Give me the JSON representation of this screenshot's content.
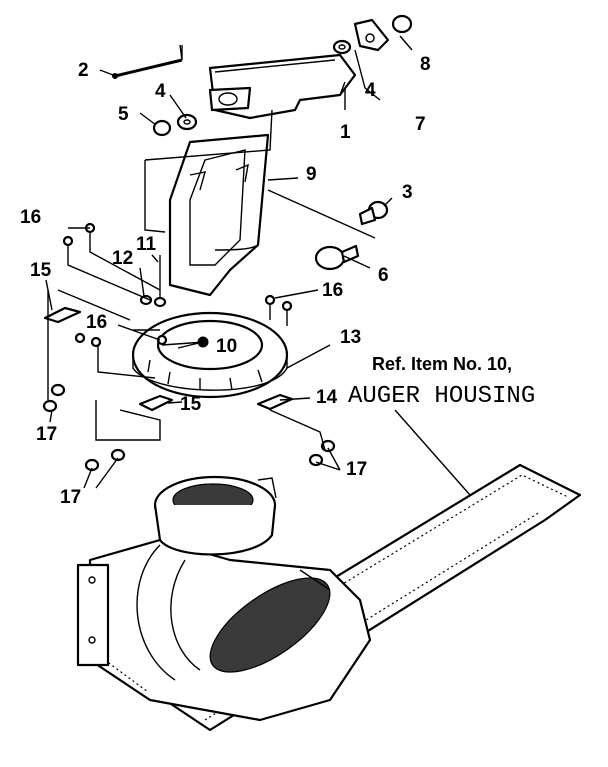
{
  "callouts": [
    {
      "id": "c1",
      "text": "1"
    },
    {
      "id": "c2",
      "text": "2"
    },
    {
      "id": "c3",
      "text": "3"
    },
    {
      "id": "c4a",
      "text": "4"
    },
    {
      "id": "c4b",
      "text": "4"
    },
    {
      "id": "c5",
      "text": "5"
    },
    {
      "id": "c6",
      "text": "6"
    },
    {
      "id": "c7",
      "text": "7"
    },
    {
      "id": "c8",
      "text": "8"
    },
    {
      "id": "c9",
      "text": "9"
    },
    {
      "id": "c10",
      "text": "10"
    },
    {
      "id": "c11",
      "text": "11"
    },
    {
      "id": "c12",
      "text": "12"
    },
    {
      "id": "c13",
      "text": "13"
    },
    {
      "id": "c14",
      "text": "14"
    },
    {
      "id": "c15a",
      "text": "15"
    },
    {
      "id": "c15b",
      "text": "15"
    },
    {
      "id": "c16a",
      "text": "16"
    },
    {
      "id": "c16b",
      "text": "16"
    },
    {
      "id": "c16c",
      "text": "16"
    },
    {
      "id": "c17a",
      "text": "17"
    },
    {
      "id": "c17b",
      "text": "17"
    },
    {
      "id": "c17c",
      "text": "17"
    }
  ],
  "reference_note": "Ref. Item No. 10,",
  "housing_label": "AUGER HOUSING"
}
